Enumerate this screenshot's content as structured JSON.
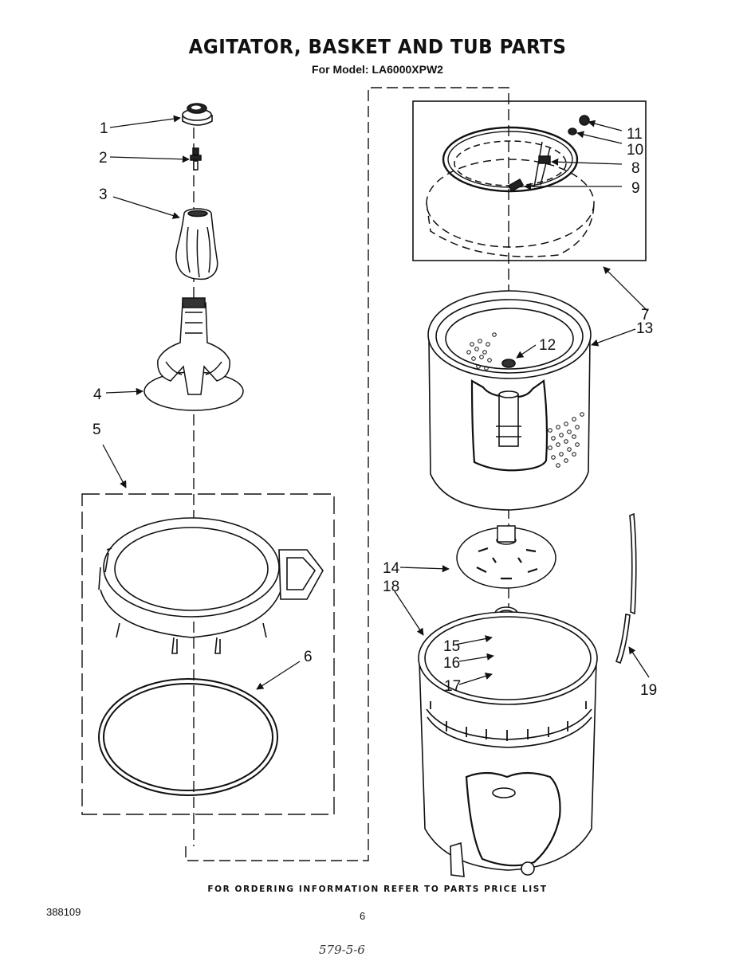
{
  "header": {
    "title": "AGITATOR, BASKET AND TUB PARTS",
    "subtitle": "For Model: LA6000XPW2"
  },
  "callouts": [
    "1",
    "2",
    "3",
    "4",
    "5",
    "6",
    "7",
    "8",
    "9",
    "10",
    "11",
    "12",
    "13",
    "14",
    "15",
    "16",
    "17",
    "18",
    "19"
  ],
  "footer": {
    "note": "FOR ORDERING INFORMATION REFER TO PARTS PRICE LIST",
    "doc_number": "388109",
    "page_number": "6",
    "handwritten": "579-5-6"
  }
}
